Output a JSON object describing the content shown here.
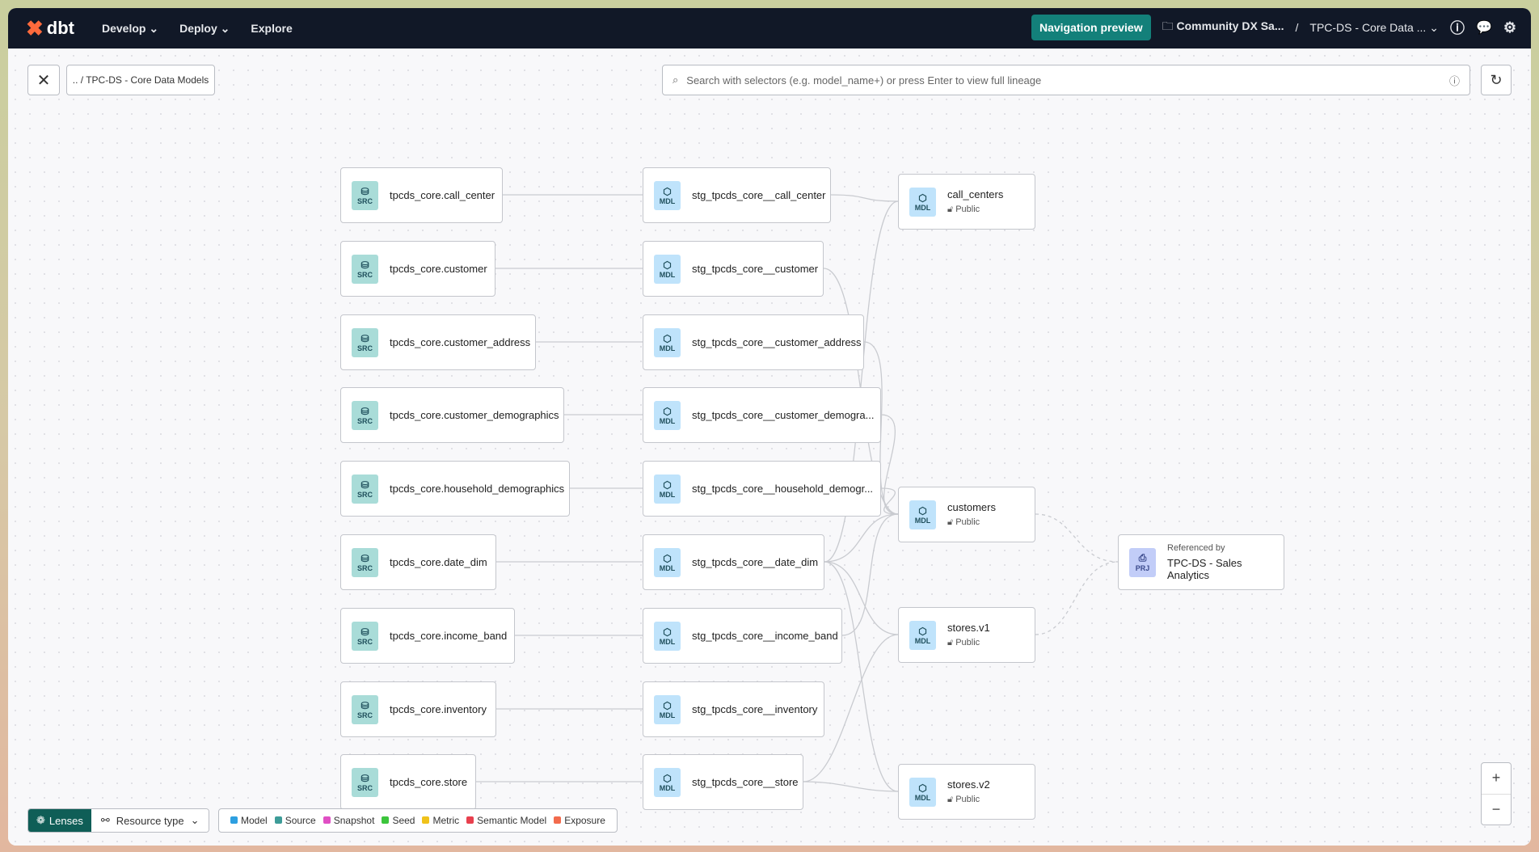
{
  "topbar": {
    "brand": "dbt",
    "nav": [
      "Develop",
      "Deploy",
      "Explore"
    ],
    "nav_preview": "Navigation preview",
    "project": "Community DX Sa...",
    "environment": "TPC-DS - Core Data ...",
    "icons": [
      "help-icon",
      "feedback-icon",
      "gear-icon"
    ]
  },
  "toolbar": {
    "breadcrumb": ".. / TPC-DS - Core Data Models",
    "search_placeholder": "Search with selectors (e.g. model_name+) or press Enter to view full lineage"
  },
  "sources": [
    "tpcds_core.call_center",
    "tpcds_core.customer",
    "tpcds_core.customer_address",
    "tpcds_core.customer_demographics",
    "tpcds_core.household_demographics",
    "tpcds_core.date_dim",
    "tpcds_core.income_band",
    "tpcds_core.inventory",
    "tpcds_core.store"
  ],
  "staging": [
    "stg_tpcds_core__call_center",
    "stg_tpcds_core__customer",
    "stg_tpcds_core__customer_address",
    "stg_tpcds_core__customer_demogra...",
    "stg_tpcds_core__household_demogr...",
    "stg_tpcds_core__date_dim",
    "stg_tpcds_core__income_band",
    "stg_tpcds_core__inventory",
    "stg_tpcds_core__store"
  ],
  "marts": [
    {
      "name": "call_centers",
      "access": "Public"
    },
    {
      "name": "customers",
      "access": "Public"
    },
    {
      "name": "stores.v1",
      "access": "Public"
    },
    {
      "name": "stores.v2",
      "access": "Public"
    }
  ],
  "project_ref": {
    "label": "Referenced by",
    "name": "TPC-DS - Sales Analytics"
  },
  "badges": {
    "src": "SRC",
    "mdl": "MDL",
    "prj": "PRJ"
  },
  "edges_to_marts": {
    "call_centers": [
      0,
      5
    ],
    "customers": [
      1,
      2,
      3,
      4,
      5,
      6
    ],
    "stores.v1": [
      8,
      5
    ],
    "stores.v2": [
      8,
      5
    ]
  },
  "lenses": {
    "label": "Lenses",
    "resource_type": "Resource type"
  },
  "legend": [
    {
      "label": "Model",
      "color": "#2d9fe0"
    },
    {
      "label": "Source",
      "color": "#3d9c98"
    },
    {
      "label": "Snapshot",
      "color": "#e04fc4"
    },
    {
      "label": "Seed",
      "color": "#3cc53c"
    },
    {
      "label": "Metric",
      "color": "#f0c21a"
    },
    {
      "label": "Semantic Model",
      "color": "#e8404e"
    },
    {
      "label": "Exposure",
      "color": "#f26b4d"
    }
  ],
  "zoom": {
    "in": "+",
    "out": "−"
  }
}
